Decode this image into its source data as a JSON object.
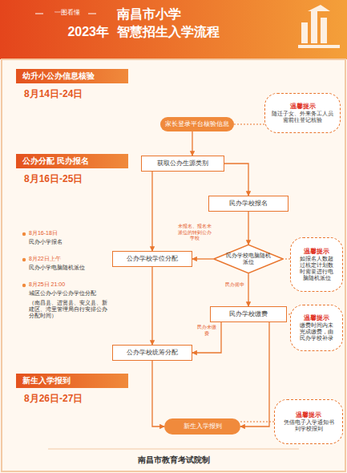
{
  "diagram": {
    "title": "南昌市小学",
    "caption": "南昌市教育考试院制",
    "nodes": [
      {
        "text": [
          "幼升小公办信息核验"
        ]
      },
      {
        "text": [
          "家长登录平台核验信息"
        ]
      },
      {
        "text": [
          "温馨提示",
          "随迁子女、外来务工人员需前往登记核验"
        ]
      },
      {
        "text": [
          "获取公办生源类别"
        ]
      },
      {
        "text": [
          "公办分配 民办报名"
        ]
      },
      {
        "text": [
          "民办学校报名"
        ]
      },
      {
        "text": [
          "公办学校学位分配"
        ]
      },
      {
        "text": [
          "民办学校电脑随机派位"
        ]
      },
      {
        "text": [
          "温馨提示",
          "如报名人数超过核定计划数时需要进行电脑随机派位"
        ]
      },
      {
        "text": [
          "民办学校缴费"
        ]
      },
      {
        "text": [
          "温馨提示",
          "缴费时间内未完成缴费，由民办学校补录"
        ]
      },
      {
        "text": [
          "公办学校统筹分配"
        ]
      },
      {
        "text": [
          "新生入学报到"
        ]
      },
      {
        "text": [
          "新生入学报到"
        ]
      },
      {
        "text": [
          "温馨提示",
          "凭借电子入学通知书到学校报到"
        ]
      }
    ],
    "edges": [
      {
        "from": 1,
        "to": 3,
        "arrow": "to"
      },
      {
        "from": 2,
        "to": 1,
        "arrow": "none"
      },
      {
        "from": 3,
        "to": 5,
        "arrow": "to"
      },
      {
        "from": 3,
        "to": 6,
        "arrow": "to"
      },
      {
        "from": 5,
        "to": 7,
        "arrow": "to"
      },
      {
        "from": 7,
        "to": 6,
        "label": "未报名、报名未派位的转到公办学校",
        "arrow": "to"
      },
      {
        "from": 7,
        "to": 9,
        "label": "民办摇中",
        "arrow": "to"
      },
      {
        "from": 8,
        "to": 7,
        "arrow": "none"
      },
      {
        "from": 9,
        "to": 11,
        "label": "民办未缴费",
        "arrow": "to"
      },
      {
        "from": 10,
        "to": 9,
        "arrow": "none"
      },
      {
        "from": 6,
        "to": 11,
        "arrow": "to"
      },
      {
        "from": 11,
        "to": 13,
        "arrow": "to"
      },
      {
        "from": 9,
        "to": 13,
        "arrow": "to"
      },
      {
        "from": 14,
        "to": 13,
        "arrow": "none"
      }
    ],
    "labels": [
      "一图看懂",
      "2023年",
      "智慧招生入学流程",
      "8月14日-24日",
      "8月16日-25日",
      "8月16-18日",
      "民办小学报名",
      "8月22日上午",
      "民办小学电脑随机派位",
      "8月25日 21:00",
      "城区公办小学公办学位分配",
      "（南昌县、进贤县、安义县、新建区、湾里管理局自行安排公办分配时间）",
      "8月26日-27日"
    ]
  }
}
